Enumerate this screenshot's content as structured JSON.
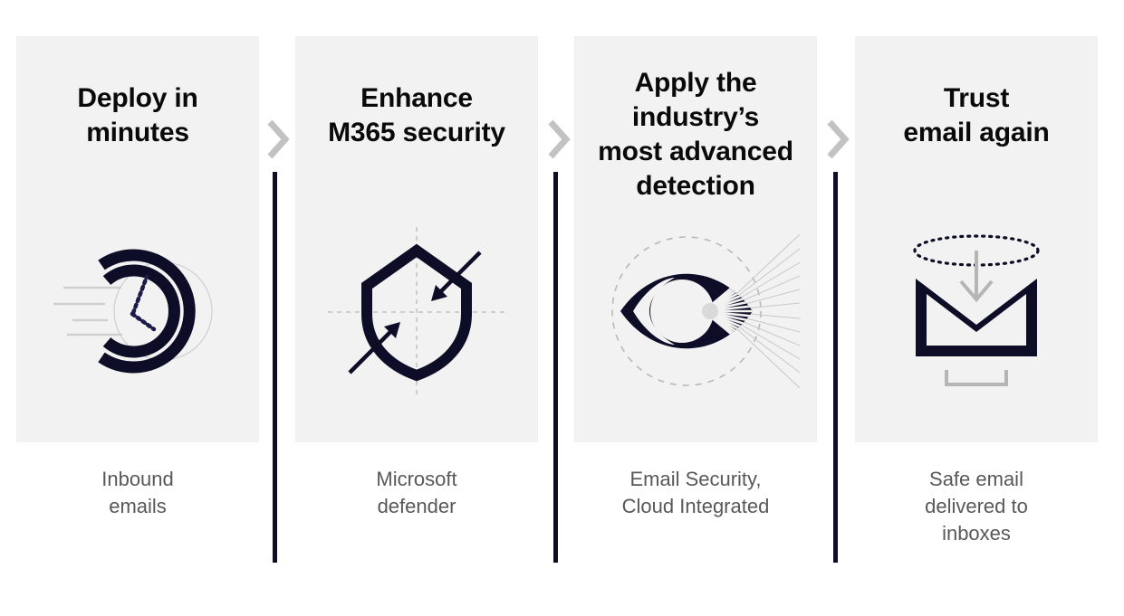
{
  "page": {
    "background_color": "#ffffff",
    "panel_background": "#f2f2f2",
    "title_color": "#0a0a0a",
    "caption_color": "#58585b",
    "accent_color": "#0d0d28",
    "muted_color": "#bdbdbd"
  },
  "steps": [
    {
      "id": "step-1",
      "title": "Deploy in\nminutes",
      "caption": "Inbound\nemails",
      "icon": "speed-clock-icon"
    },
    {
      "id": "step-2",
      "title": "Enhance\nM365 security",
      "caption": "Microsoft\ndefender",
      "icon": "shield-arrows-icon"
    },
    {
      "id": "step-3",
      "title": "Apply the\nindustry’s\nmost advanced\ndetection",
      "caption": "Email Security,\nCloud Integrated",
      "icon": "eye-scan-icon"
    },
    {
      "id": "step-4",
      "title": "Trust\nemail again",
      "caption": "Safe email\ndelivered to\ninboxes",
      "icon": "envelope-delivery-icon"
    }
  ],
  "separators": [
    {
      "id": "separator-1",
      "icon": "chevron-right-icon"
    },
    {
      "id": "separator-2",
      "icon": "chevron-right-icon"
    },
    {
      "id": "separator-3",
      "icon": "chevron-right-icon"
    }
  ],
  "dividers": [
    {
      "id": "divider-1"
    },
    {
      "id": "divider-2"
    },
    {
      "id": "divider-3"
    }
  ]
}
